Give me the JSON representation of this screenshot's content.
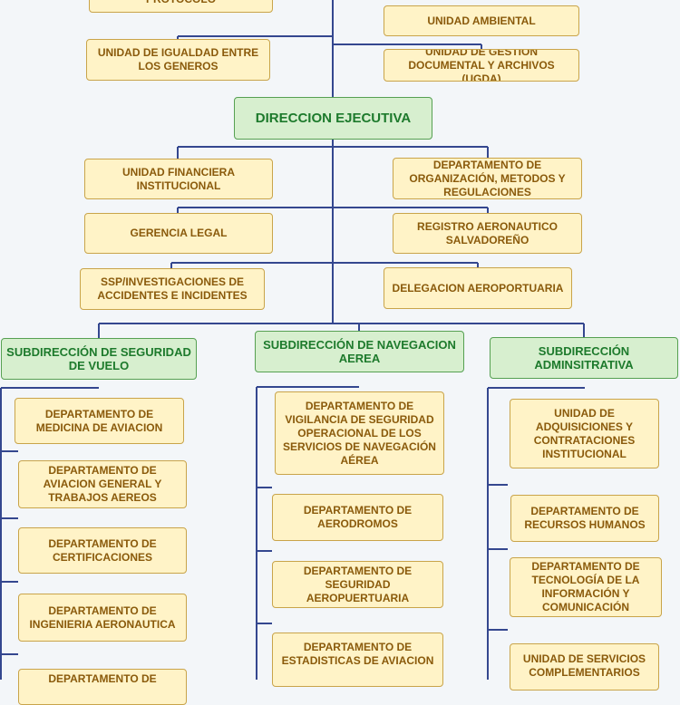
{
  "diagram": {
    "colors": {
      "connector": "#34478f",
      "unit_fill": "#fff3c7",
      "unit_border": "#c9a44a",
      "unit_text": "#8a5a0b",
      "head_fill": "#d7efcf",
      "head_border": "#56a052",
      "head_text": "#1d7a2c"
    },
    "top_units": {
      "protocolo": "PROTOCOLO",
      "ambiental": "UNIDAD AMBIENTAL",
      "igualdad": "UNIDAD DE IGUALDAD ENTRE LOS GENEROS",
      "ugda": "UNIDAD DE GESTIÓN DOCUMENTAL Y ARCHIVOS (UGDA)"
    },
    "executive": "DIRECCION EJECUTIVA",
    "staff_units": {
      "financiera": "UNIDAD FINANCIERA INSTITUCIONAL",
      "organizacion": "DEPARTAMENTO DE ORGANIZACIÓN, METODOS Y REGULACIONES",
      "legal": "GERENCIA LEGAL",
      "registro": "REGISTRO AERONAUTICO SALVADOREÑO",
      "ssp": "SSP/INVESTIGACIONES DE ACCIDENTES E INCIDENTES",
      "delegacion": "DELEGACION AEROPORTUARIA"
    },
    "subdirections": {
      "seguridad": {
        "title": "SUBDIRECCIÓN DE SEGURIDAD DE VUELO",
        "departments": [
          "DEPARTAMENTO DE MEDICINA DE AVIACION",
          "DEPARTAMENTO DE AVIACION GENERAL  Y TRABAJOS AEREOS",
          "DEPARTAMENTO DE CERTIFICACIONES",
          "DEPARTAMENTO DE INGENIERIA AERONAUTICA",
          "DEPARTAMENTO DE"
        ]
      },
      "navegacion": {
        "title": "SUBDIRECCIÓN DE NAVEGACION AEREA",
        "departments": [
          "DEPARTAMENTO DE VIGILANCIA DE SEGURIDAD OPERACIONAL DE LOS SERVICIOS DE NAVEGACIÓN AÉREA",
          "DEPARTAMENTO DE AERODROMOS",
          "DEPARTAMENTO DE SEGURIDAD AEROPUERTUARIA",
          "DEPARTAMENTO DE ESTADISTICAS DE AVIACION"
        ]
      },
      "administrativa": {
        "title": "SUBDIRECCIÓN ADMINSITRATIVA",
        "departments": [
          "UNIDAD DE ADQUISICIONES Y CONTRATACIONES INSTITUCIONAL",
          "DEPARTAMENTO DE RECURSOS HUMANOS",
          "DEPARTAMENTO DE TECNOLOGÍA DE LA INFORMACIÓN Y COMUNICACIÓN",
          "UNIDAD DE SERVICIOS COMPLEMENTARIOS"
        ]
      }
    }
  }
}
